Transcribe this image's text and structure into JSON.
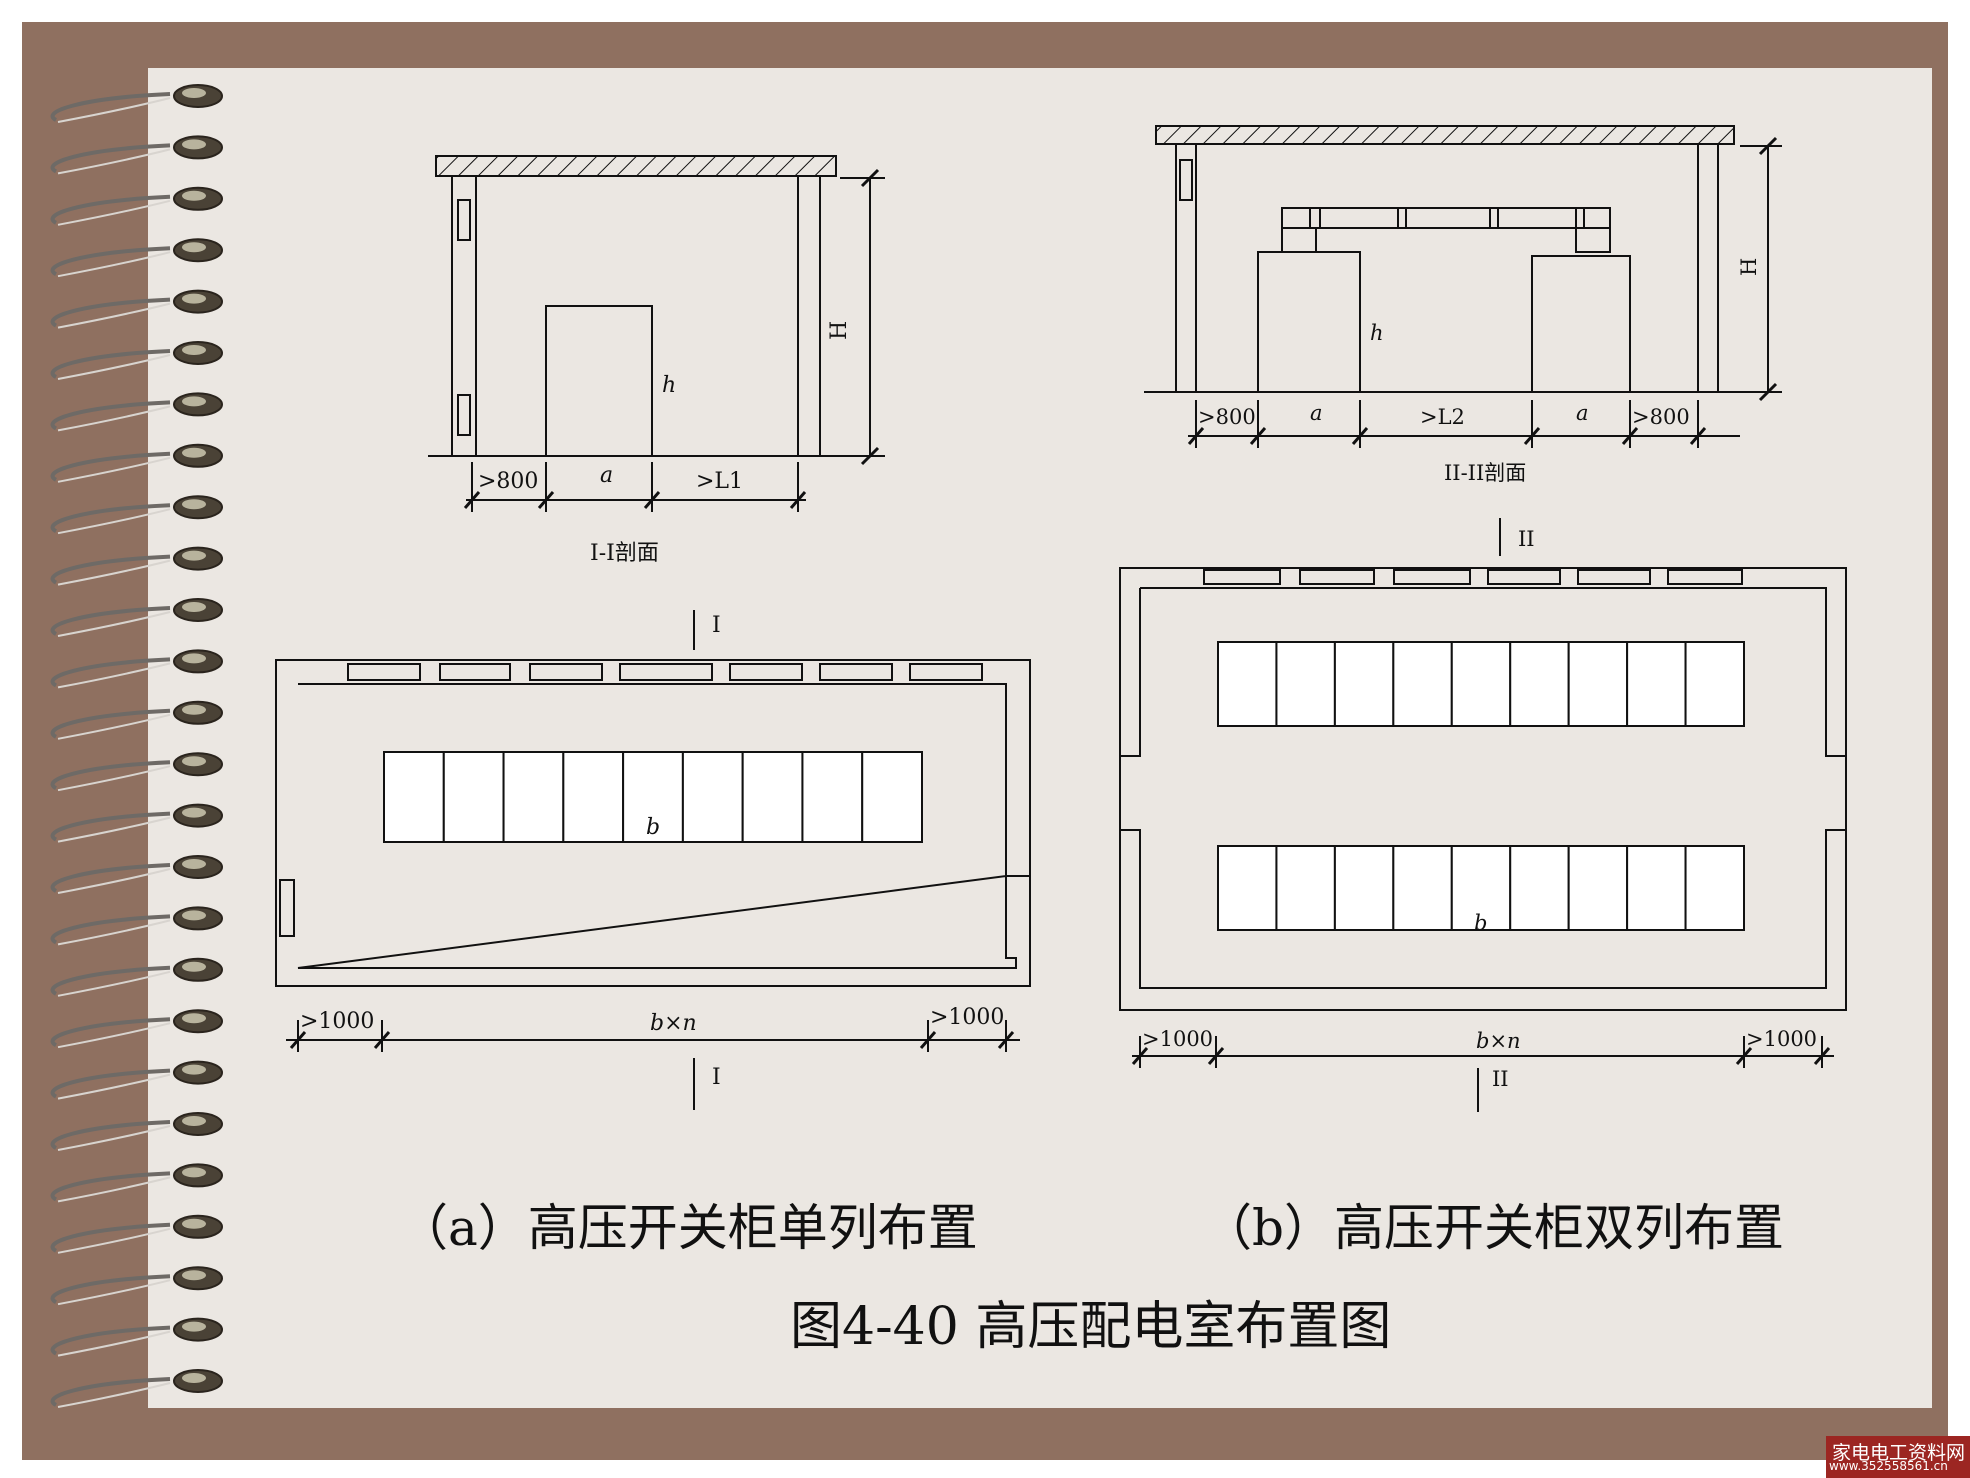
{
  "diagram": {
    "section_a": {
      "section_title": "I-I剖面",
      "height_label": "H",
      "cabinet_height_label": "h",
      "dims": [
        ">800",
        "a",
        ">L1"
      ],
      "section_mark": "I"
    },
    "plan_a": {
      "cabinet_count": 9,
      "cabinet_label": "b",
      "dims": [
        ">1000",
        "b×n",
        ">1000"
      ],
      "section_mark": "I"
    },
    "section_b": {
      "section_title": "II-II剖面",
      "height_label": "H",
      "cabinet_height_label": "h",
      "dims": [
        ">800",
        "a",
        ">L2",
        "a",
        ">800"
      ],
      "section_mark": "II"
    },
    "plan_b": {
      "rows": 2,
      "cabinets_per_row": 9,
      "cabinet_label": "b",
      "dims": [
        ">1000",
        "b×n",
        ">1000"
      ],
      "section_mark": "II"
    }
  },
  "captions": {
    "a": "（a）高压开关柜单列布置",
    "b": "（b）高压开关柜双列布置",
    "figure": "图4-40  高压配电室布置图"
  },
  "watermark": {
    "name": "家电电工资料网",
    "url": "www.352558561.cn"
  },
  "colors": {
    "frame": "#8f7060",
    "paper": "#ebe7e2",
    "line": "#111111",
    "watermark_bg": "#9c2622"
  }
}
